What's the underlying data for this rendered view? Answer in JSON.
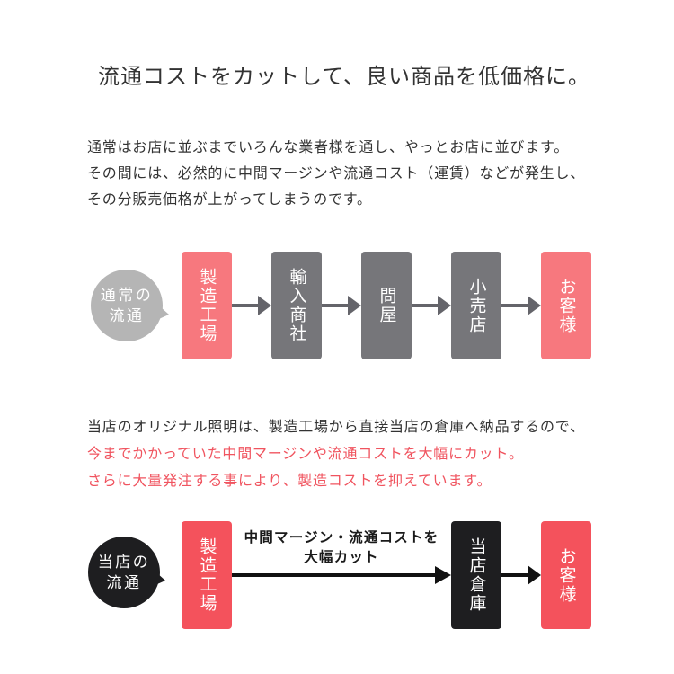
{
  "title": "流通コストをカットして、良い商品を低価格に。",
  "intro": {
    "line1": "通常はお店に並ぶまでいろんな業者様を通し、やっとお店に並びます。",
    "line2": "その間には、必然的に中間マージンや流通コスト（運賃）などが発生し、",
    "line3": "その分販売価格が上がってしまうのです。"
  },
  "normal_flow": {
    "bubble_line1": "通常の",
    "bubble_line2": "流通",
    "steps": [
      "製造工場",
      "輸入商社",
      "問屋",
      "小売店",
      "お客様"
    ]
  },
  "store_intro": {
    "line1": "当店のオリジナル照明は、製造工場から直接当店の倉庫へ納品するので、",
    "line2": "今までかかっていた中間マージンや流通コストを大幅にカット。",
    "line3": "さらに大量発注する事により、製造コストを抑えています。"
  },
  "store_flow": {
    "bubble_line1": "当店の",
    "bubble_line2": "流通",
    "steps": [
      "製造工場",
      "当店倉庫",
      "お客様"
    ],
    "cut_label_line1": "中間マージン・流通コストを",
    "cut_label_line2": "大幅カット"
  },
  "colors": {
    "text_dark": "#333333",
    "text_red": "#f0545f",
    "salmon": "#f7787e",
    "vivid_red": "#f4525c",
    "gray_box": "#76767a",
    "light_gray_circle": "#b5b5b5",
    "black": "#1e1e20",
    "arrow_gray": "#64646a"
  }
}
